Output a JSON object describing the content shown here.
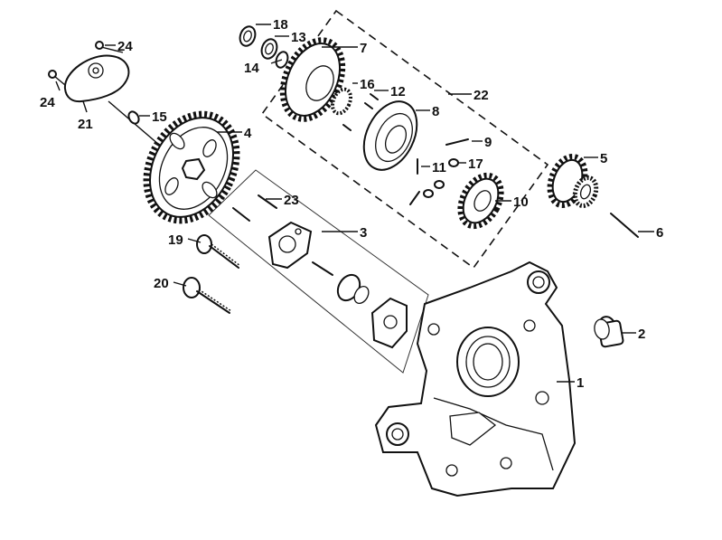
{
  "labels": {
    "p1": "1",
    "p2": "2",
    "p3": "3",
    "p4": "4",
    "p5": "5",
    "p6": "6",
    "p7": "7",
    "p8": "8",
    "p9": "9",
    "p10": "10",
    "p11": "11",
    "p12": "12",
    "p13": "13",
    "p14": "14",
    "p15": "15",
    "p16": "16",
    "p17": "17",
    "p18": "18",
    "p19": "19",
    "p20": "20",
    "p21": "21",
    "p22": "22",
    "p23": "23",
    "p24a": "24",
    "p24b": "24"
  }
}
